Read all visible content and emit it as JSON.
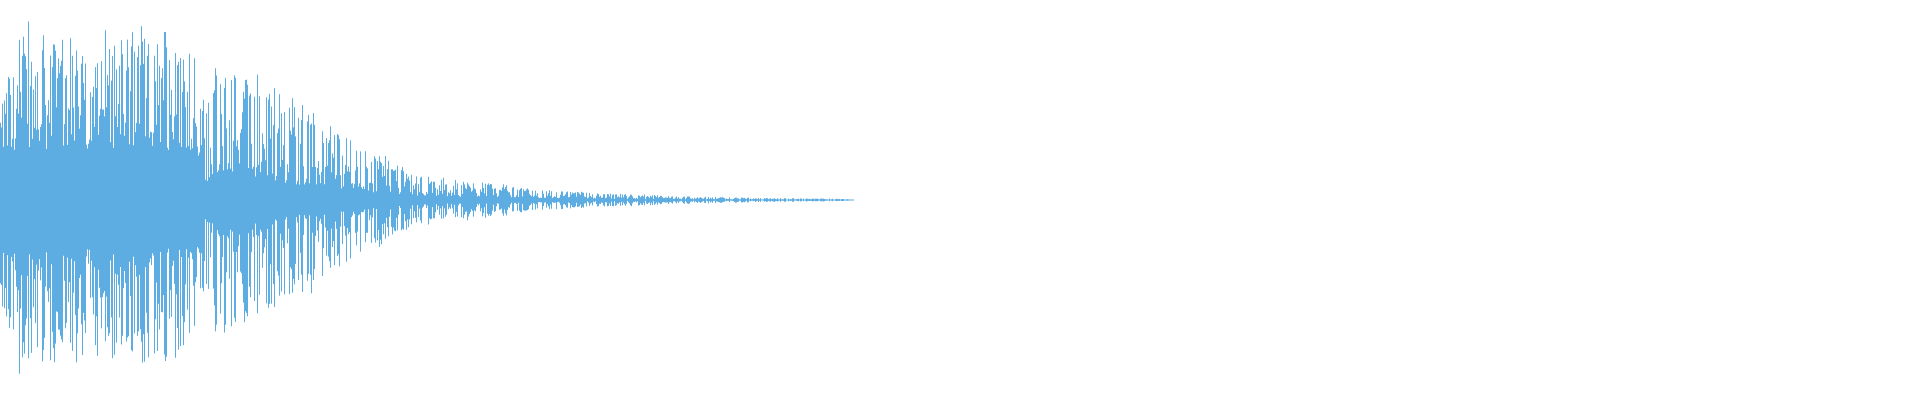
{
  "waveform": {
    "color": "#5dade2",
    "background": "#ffffff",
    "channels": 1,
    "amplitude_envelope": [
      {
        "t": 0.0,
        "peak": 0.55,
        "body": 0.3
      },
      {
        "t": 0.01,
        "peak": 0.96,
        "body": 0.3
      },
      {
        "t": 0.04,
        "peak": 0.86,
        "body": 0.3
      },
      {
        "t": 0.08,
        "peak": 0.92,
        "body": 0.3
      },
      {
        "t": 0.1,
        "peak": 0.95,
        "body": 0.3
      },
      {
        "t": 0.106,
        "peak": 0.55,
        "body": 0.1
      },
      {
        "t": 0.115,
        "peak": 0.75,
        "body": 0.18
      },
      {
        "t": 0.125,
        "peak": 0.72,
        "body": 0.15
      },
      {
        "t": 0.14,
        "peak": 0.62,
        "body": 0.12
      },
      {
        "t": 0.15,
        "peak": 0.58,
        "body": 0.1
      },
      {
        "t": 0.165,
        "peak": 0.48,
        "body": 0.08
      },
      {
        "t": 0.18,
        "peak": 0.34,
        "body": 0.06
      },
      {
        "t": 0.2,
        "peak": 0.24,
        "body": 0.04
      },
      {
        "t": 0.215,
        "peak": 0.15,
        "body": 0.03
      },
      {
        "t": 0.23,
        "peak": 0.12,
        "body": 0.02
      },
      {
        "t": 0.25,
        "peak": 0.11,
        "body": 0.02
      },
      {
        "t": 0.27,
        "peak": 0.07,
        "body": 0.015
      },
      {
        "t": 0.29,
        "peak": 0.05,
        "body": 0.01
      },
      {
        "t": 0.32,
        "peak": 0.035,
        "body": 0.006
      },
      {
        "t": 0.36,
        "peak": 0.02,
        "body": 0.004
      },
      {
        "t": 0.4,
        "peak": 0.012,
        "body": 0.003
      },
      {
        "t": 0.44,
        "peak": 0.006,
        "body": 0.002
      },
      {
        "t": 0.445,
        "peak": 0.0,
        "body": 0.0
      },
      {
        "t": 1.0,
        "peak": 0.0,
        "body": 0.0
      }
    ]
  }
}
